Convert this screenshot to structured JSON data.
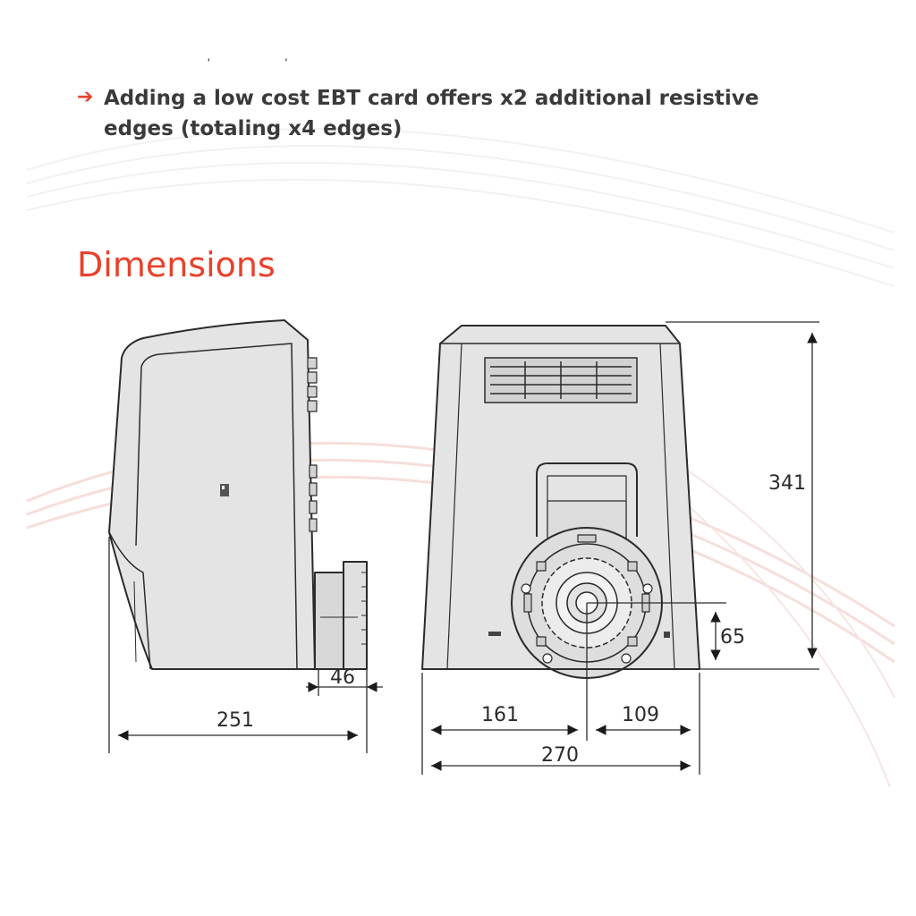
{
  "bullet": {
    "arrow": "➔",
    "text": "Adding a low cost EBT card offers x2 additional resistive edges (totaling x4 edges)"
  },
  "section_title": "Dimensions",
  "dimensions": {
    "side_depth": "251",
    "side_offset": "46",
    "height": "341",
    "axis_height": "65",
    "front_left": "161",
    "front_right": "109",
    "front_width": "270"
  },
  "colors": {
    "accent": "#e8412b",
    "body_fill": "#e4e4e4",
    "line": "#2b2b2b"
  }
}
